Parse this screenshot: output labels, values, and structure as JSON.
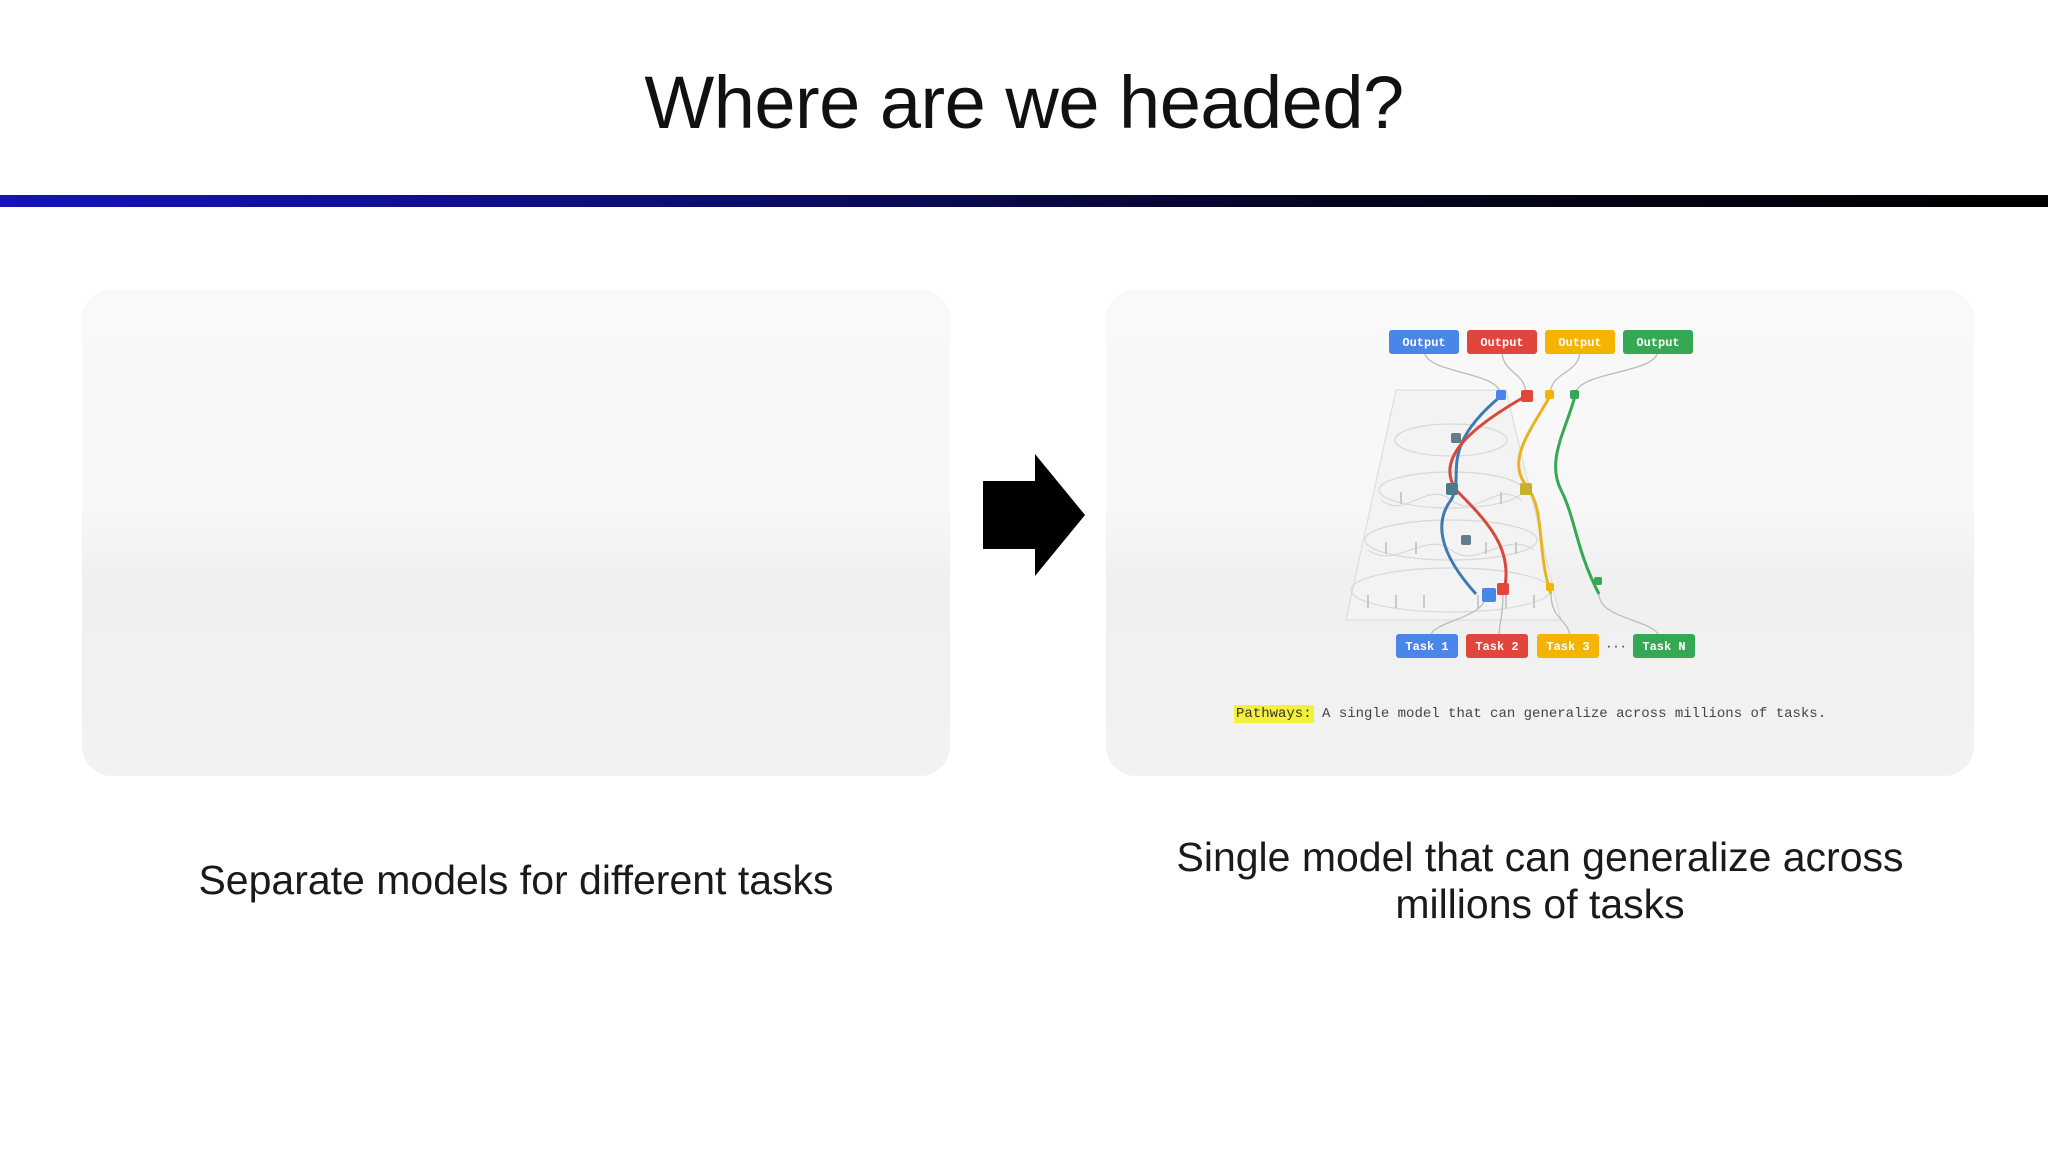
{
  "slide": {
    "title": "Where are we headed?",
    "left_caption": "Separate models for different tasks",
    "right_caption": [
      "Single model that can generalize across",
      "millions of tasks"
    ]
  },
  "diagram": {
    "outputs": [
      {
        "label": "Output",
        "color": "#4a86e8"
      },
      {
        "label": "Output",
        "color": "#e2453c"
      },
      {
        "label": "Output",
        "color": "#f4b400"
      },
      {
        "label": "Output",
        "color": "#34a853"
      }
    ],
    "tasks": [
      {
        "label": "Task 1",
        "color": "#4a86e8"
      },
      {
        "label": "Task 2",
        "color": "#e2453c"
      },
      {
        "label": "Task 3",
        "color": "#f4b400"
      },
      {
        "label": "Task N",
        "color": "#34a853"
      }
    ],
    "ellipsis": "···",
    "pathways_label": "Pathways:",
    "pathways_text": " A single model that can generalize across millions of tasks."
  },
  "colors": {
    "rule_start": "#1414b8",
    "rule_end": "#000000",
    "arrow": "#000000"
  }
}
